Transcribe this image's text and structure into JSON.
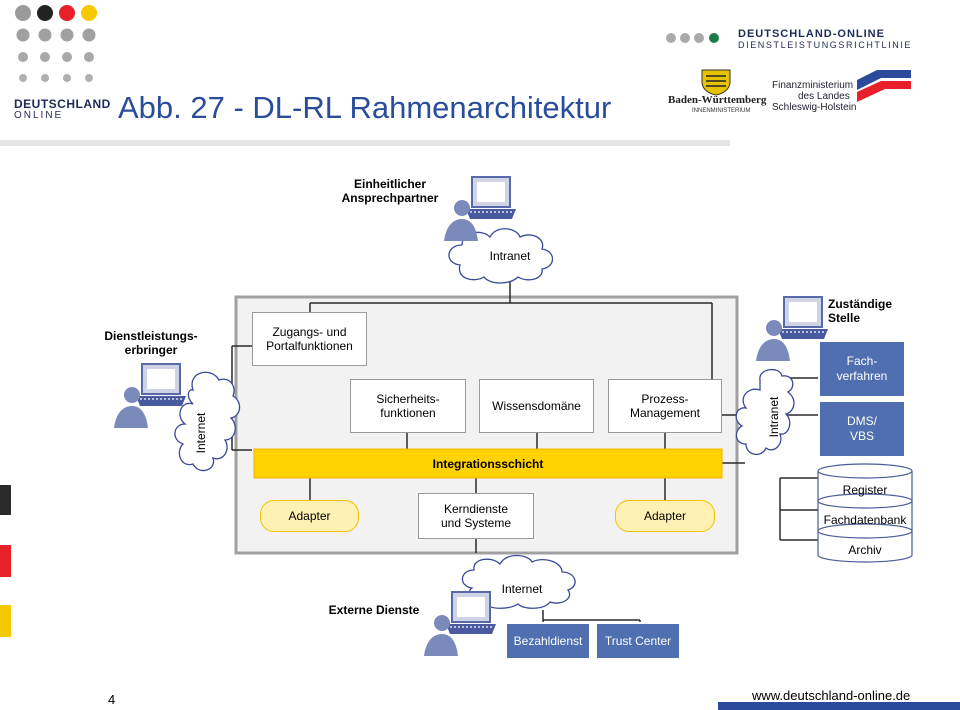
{
  "header": {
    "title": "Abb. 27 - DL-RL Rahmenarchitektur",
    "logo_left_line1": "DEUTSCHLAND",
    "logo_left_line2": "ONLINE",
    "logo_right_line1": "DEUTSCHLAND-ONLINE",
    "logo_right_line2": "DIENSTLEISTUNGSRICHTLINIE",
    "bw_name": "Baden-Württemberg",
    "bw_sub": "INNENMINISTERIUM",
    "sh_line1": "Finanzministerium",
    "sh_line2": "des Landes",
    "sh_line3": "Schleswig-Holstein"
  },
  "diagram": {
    "einheitlicher": "Einheitlicher\nAnsprechpartner",
    "intranet_top": "Intranet",
    "dienstleistungserbringer": "Dienstleistungs-\nerbringer",
    "internet_left": "Internet",
    "zugangs": "Zugangs- und\nPortalfunktionen",
    "sicherheits": "Sicherheits-\nfunktionen",
    "wissensdomaene": "Wissensdomäne",
    "prozess": "Prozess-\nManagement",
    "integrationsschicht": "Integrationsschicht",
    "adapter_left": "Adapter",
    "kerndienste": "Kerndienste\nund Systeme",
    "adapter_right": "Adapter",
    "zustaendige": "Zuständige\nStelle",
    "fachverfahren": "Fach-\nverfahren",
    "intranet_right": "Intranet",
    "dms": "DMS/\nVBS",
    "register": "Register",
    "fachdatenbank": "Fachdatenbank",
    "archiv": "Archiv",
    "internet_bottom": "Internet",
    "externe": "Externe Dienste",
    "bezahldienst": "Bezahldienst",
    "trust_center": "Trust Center"
  },
  "footer": {
    "page_number": "4",
    "url": "www.deutschland-online.de"
  },
  "colors": {
    "title_blue": "#2a4d9b",
    "box_blue": "#4f6fb0",
    "integration_yellow": "#ffd200",
    "adapter_fill": "#fff1b3",
    "cloud_stroke": "#3a4a9a"
  }
}
